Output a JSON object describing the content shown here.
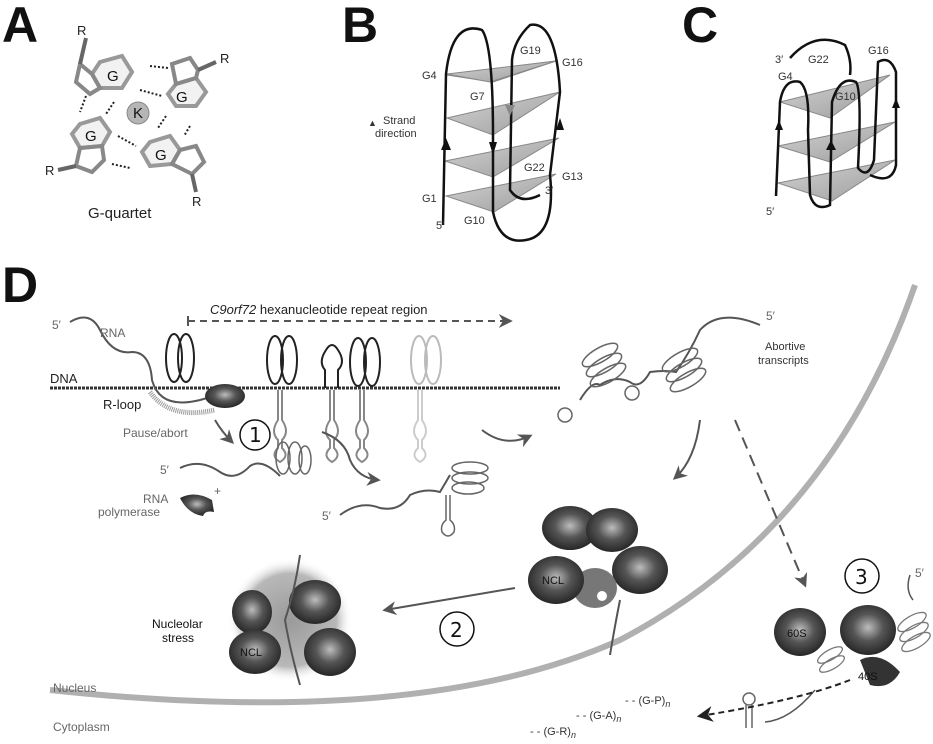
{
  "figure": {
    "panels": {
      "A": {
        "label": "A",
        "guanines": [
          "G",
          "G",
          "G",
          "G"
        ],
        "cation": "K",
        "substituents": [
          "R",
          "R",
          "R",
          "R"
        ],
        "caption": "G-quartet"
      },
      "B": {
        "label": "B",
        "nucleotides": [
          "G1",
          "G4",
          "G7",
          "G10",
          "G13",
          "G16",
          "G19",
          "G22"
        ],
        "ends": {
          "five_prime": "5′",
          "three_prime": "3′"
        },
        "legend": {
          "symbol": "▲",
          "line1": "Strand",
          "line2": "direction"
        }
      },
      "C": {
        "label": "C",
        "nucleotides": [
          "G4",
          "G10",
          "G16",
          "G22"
        ],
        "ends": {
          "five_prime": "5′",
          "three_prime": "3′"
        }
      },
      "D": {
        "label": "D",
        "repeat_region": {
          "gene": "C9orf72",
          "text": " hexanucleotide repeat region"
        },
        "labels": {
          "rna": "RNA",
          "dna": "DNA",
          "r_loop": "R-loop",
          "pause_abort": "Pause/abort",
          "rna_polymerase_1": "RNA",
          "rna_polymerase_2": "polymerase",
          "plus": "+",
          "five_prime": "5′",
          "abortive_1": "Abortive",
          "abortive_2": "transcripts",
          "ncl": "NCL",
          "nucleolar_stress_1": "Nucleolar",
          "nucleolar_stress_2": "stress",
          "nucleus": "Nucleus",
          "cytoplasm": "Cytoplasm",
          "ribosome_large": "60S",
          "ribosome_small": "40S"
        },
        "steps": [
          "1",
          "2",
          "3"
        ],
        "dipeptide_repeats": [
          {
            "prefix": "- - ",
            "text": "(G-P)",
            "subscript": "n"
          },
          {
            "prefix": "- - ",
            "text": "(G-A)",
            "subscript": "n"
          },
          {
            "prefix": "- - ",
            "text": "(G-R)",
            "subscript": "n"
          }
        ]
      }
    }
  }
}
